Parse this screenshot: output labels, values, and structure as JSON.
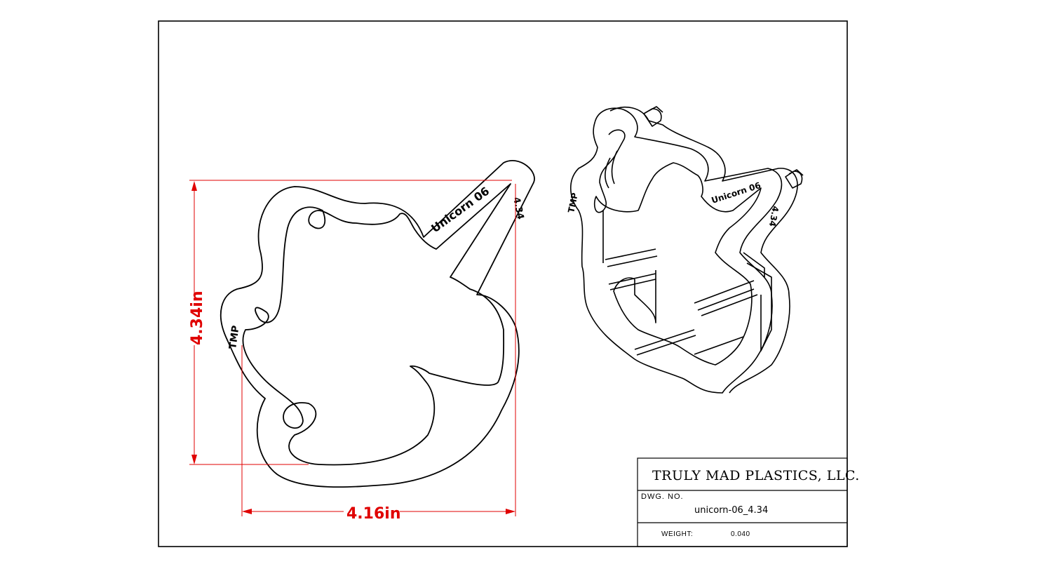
{
  "drawing": {
    "cutter_text_name": "Unicorn 06",
    "cutter_text_size": "4.34",
    "cutter_text_brand": "TMP"
  },
  "dimensions": {
    "height_label": "4.34in",
    "width_label": "4.16in"
  },
  "title_block": {
    "company": "TRULY MAD PLASTICS, LLC.",
    "dwg_no_label": "DWG. NO.",
    "dwg_no_value": "unicorn-06_4.34",
    "weight_label": "WEIGHT:",
    "weight_value": "0.040"
  },
  "colors": {
    "dimension": "#e00000",
    "line": "#000000",
    "paper": "#ffffff"
  }
}
